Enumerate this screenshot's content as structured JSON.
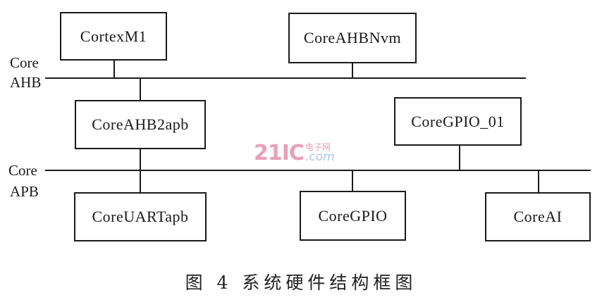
{
  "buses": {
    "ahb": {
      "line1": "Core",
      "line2": "AHB"
    },
    "apb": {
      "line1": "Core",
      "line2": "APB"
    }
  },
  "blocks": {
    "cortex_m1": "CortexM1",
    "core_ahb_nvm": "CoreAHBNvm",
    "core_ahb2apb": "CoreAHB2apb",
    "core_gpio_01": "CoreGPIO_01",
    "core_uart_apb": "CoreUARTapb",
    "core_gpio": "CoreGPIO",
    "core_ai": "CoreAI"
  },
  "watermark": {
    "main": "21IC",
    "top": "电子网",
    "bottom": ".com"
  },
  "caption": "图 4  系统硬件结构框图",
  "colors": {
    "line": "#1a1a1a",
    "watermark_pink": "#e8a0b8",
    "watermark_blue": "#a9c7e8"
  }
}
